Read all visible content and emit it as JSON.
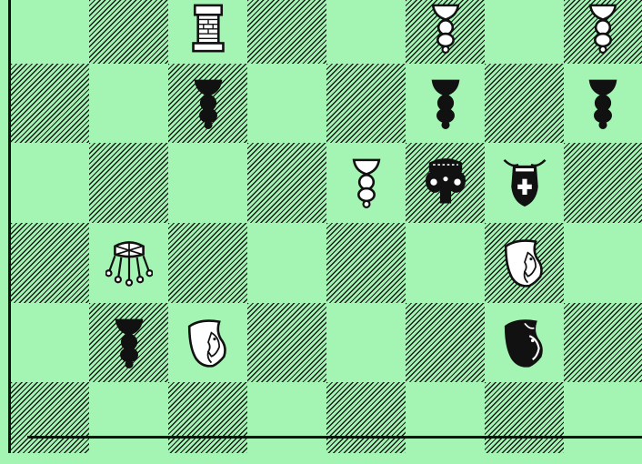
{
  "board": {
    "files": 8,
    "visible_ranks": 6,
    "dark_color": "#1a1a1a",
    "light_color": "#a4f5b4"
  },
  "pieces": [
    {
      "name": "white-rook-icon",
      "type": "rook",
      "color": "white",
      "col": 2,
      "row": 0
    },
    {
      "name": "white-pawn-icon",
      "type": "pawn",
      "color": "white",
      "col": 5,
      "row": 0
    },
    {
      "name": "white-pawn-icon",
      "type": "pawn",
      "color": "white",
      "col": 7,
      "row": 0
    },
    {
      "name": "black-pawn-icon",
      "type": "pawn",
      "color": "black",
      "col": 2,
      "row": 1
    },
    {
      "name": "black-pawn-icon",
      "type": "pawn",
      "color": "black",
      "col": 5,
      "row": 1
    },
    {
      "name": "black-pawn-icon",
      "type": "pawn",
      "color": "black",
      "col": 7,
      "row": 1
    },
    {
      "name": "white-pawn-icon",
      "type": "pawn",
      "color": "white",
      "col": 4,
      "row": 2
    },
    {
      "name": "black-queen-icon",
      "type": "queen",
      "color": "black",
      "col": 5,
      "row": 2
    },
    {
      "name": "black-king-icon",
      "type": "king",
      "color": "black",
      "col": 6,
      "row": 2
    },
    {
      "name": "white-queen-icon",
      "type": "queen",
      "color": "white",
      "col": 1,
      "row": 3
    },
    {
      "name": "white-knight-icon",
      "type": "knight",
      "color": "white",
      "col": 6,
      "row": 3
    },
    {
      "name": "black-pawn-icon",
      "type": "pawn",
      "color": "black",
      "col": 1,
      "row": 4
    },
    {
      "name": "white-knight-icon",
      "type": "knight",
      "color": "white",
      "col": 2,
      "row": 4
    },
    {
      "name": "black-knight-icon",
      "type": "knight",
      "color": "black",
      "col": 6,
      "row": 4
    }
  ]
}
